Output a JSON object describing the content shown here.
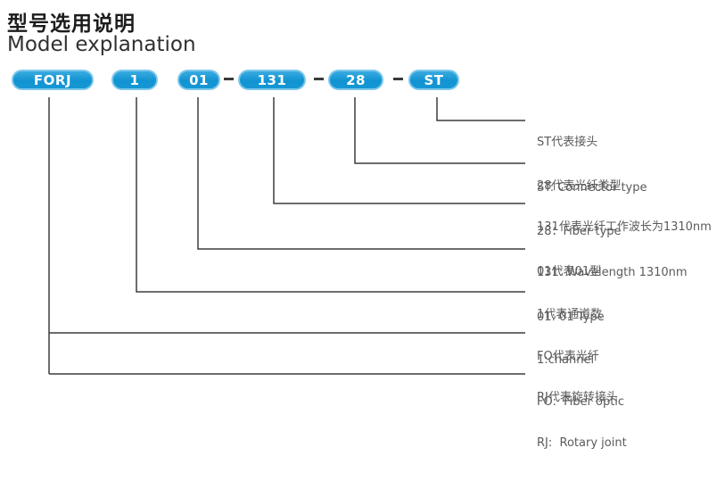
{
  "header": {
    "title_zh": "型号选用说明",
    "title_en": "Model explanation"
  },
  "model_code": {
    "separator": "-",
    "segments": [
      {
        "label": "FORJ"
      },
      {
        "label": "1"
      },
      {
        "label": "01"
      },
      {
        "label": "131"
      },
      {
        "label": "28"
      },
      {
        "label": "ST"
      }
    ]
  },
  "annotations": [
    {
      "key": "ST",
      "zh": "ST代表接头",
      "en": "ST: Connector type"
    },
    {
      "key": "28",
      "zh": "28代表光纤类型",
      "en": "28：Fiber type"
    },
    {
      "key": "131",
      "zh": "131代表光纤工作波长为1310nm",
      "en": "131: Wavelength 1310nm"
    },
    {
      "key": "01",
      "zh": "01代表01型",
      "en": "01: 01 Type"
    },
    {
      "key": "1",
      "zh": "1代表通道数",
      "en": "1:channel"
    },
    {
      "key": "FO",
      "zh": "FO代表光纤",
      "en": "FO:  Fiber optic"
    },
    {
      "key": "RJ",
      "zh": "RJ代表旋转接头",
      "en": "RJ:  Rotary joint"
    }
  ],
  "colors": {
    "pill_fill": "#1697d4",
    "pill_fill_top": "#3aabdf",
    "pill_border": "#7cc7ec",
    "pill_text": "#ffffff",
    "connector_line": "#3d3d3d",
    "annotation_text": "#5b5b5b",
    "title_text": "#1c1c1c",
    "background": "#ffffff"
  }
}
